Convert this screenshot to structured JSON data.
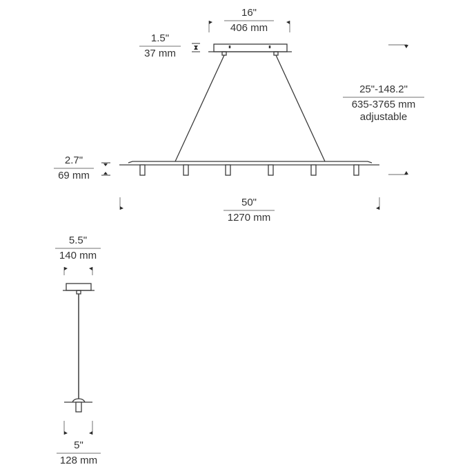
{
  "front_view": {
    "canopy_width": {
      "imperial": "16\"",
      "metric": "406 mm"
    },
    "canopy_height": {
      "imperial": "1.5\"",
      "metric": "37 mm"
    },
    "overall_height": {
      "imperial": "25\"-148.2\"",
      "metric": "635-3765 mm",
      "note": "adjustable"
    },
    "fixture_height": {
      "imperial": "2.7\"",
      "metric": "69 mm"
    },
    "fixture_length": {
      "imperial": "50\"",
      "metric": "1270 mm"
    },
    "light_heads": 6
  },
  "side_view": {
    "canopy_width": {
      "imperial": "5.5\"",
      "metric": "140 mm"
    },
    "fixture_width": {
      "imperial": "5\"",
      "metric": "128 mm"
    }
  },
  "colors": {
    "line": "#3a3a3a",
    "dim_rule": "#b8b8b8",
    "text": "#333333"
  }
}
